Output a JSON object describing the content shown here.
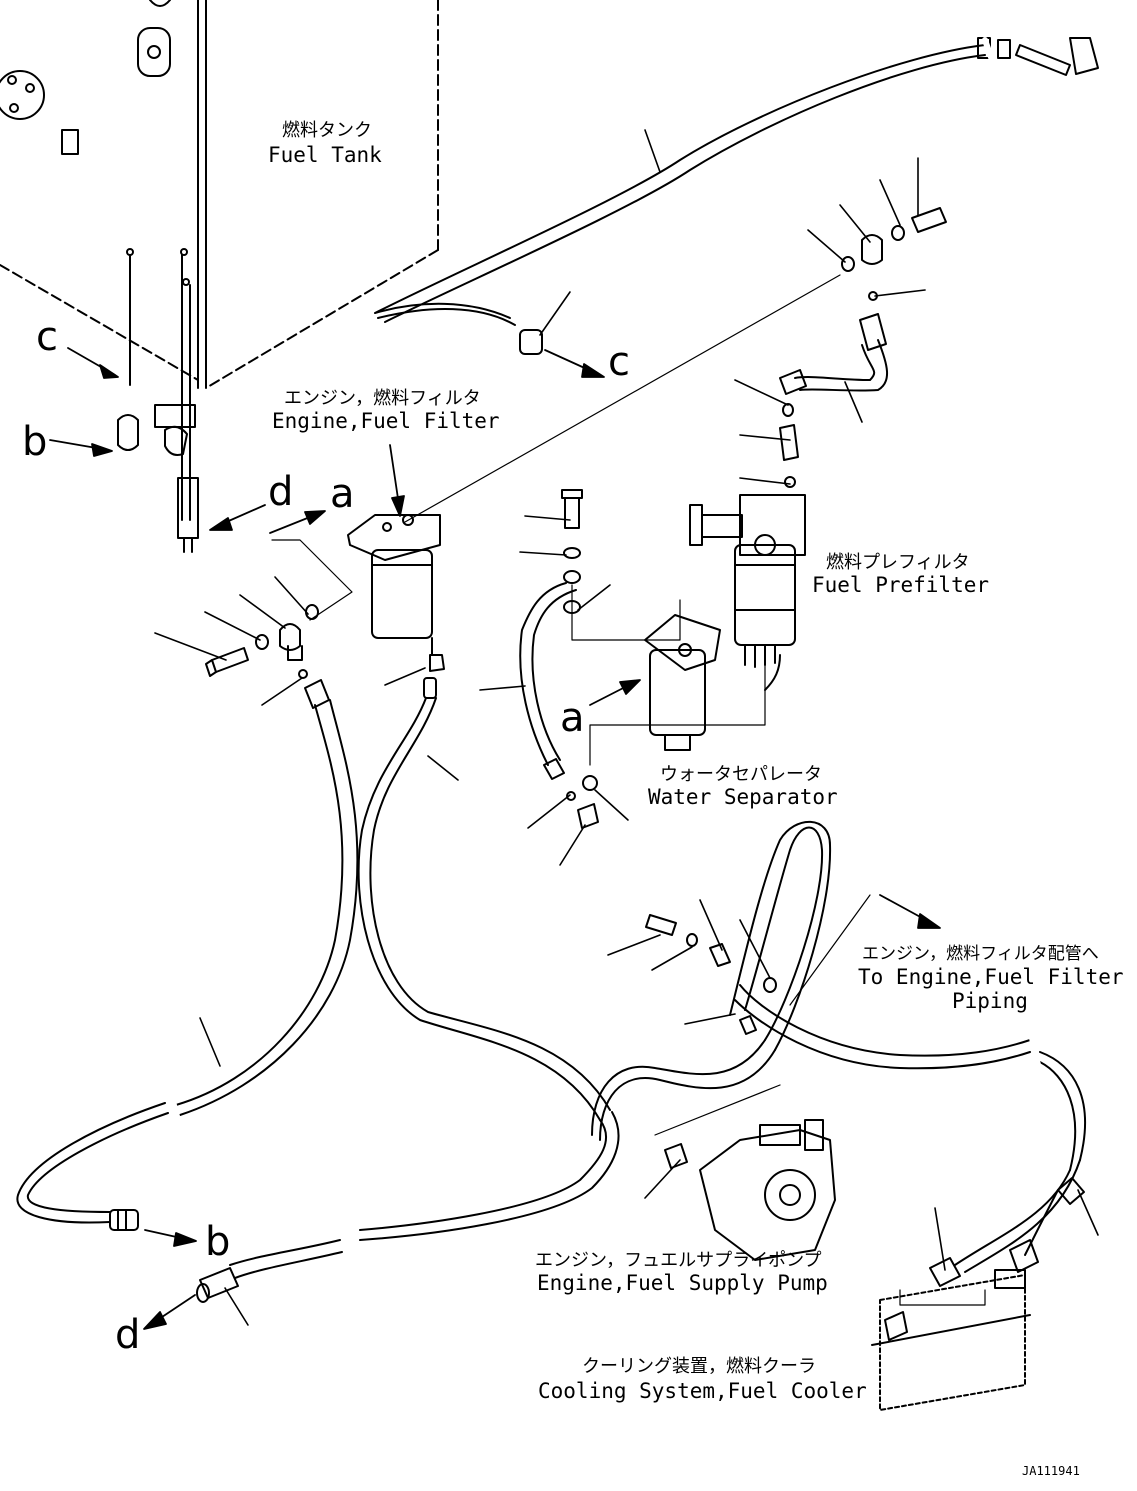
{
  "labels": {
    "fuel_tank_jp": "燃料タンク",
    "fuel_tank_en": "Fuel Tank",
    "engine_filter_jp": "エンジン，燃料フィルタ",
    "engine_filter_en": "Engine,Fuel Filter",
    "prefilter_jp": "燃料プレフィルタ",
    "prefilter_en": "Fuel Prefilter",
    "water_sep_jp": "ウォータセパレータ",
    "water_sep_en": "Water Separator",
    "to_filter_jp": "エンジン，燃料フィルタ配管へ",
    "to_filter_en1": "To Engine,Fuel Filter",
    "to_filter_en2": "Piping",
    "pump_jp": "エンジン，フュエルサプライポンプ",
    "pump_en": "Engine,Fuel Supply Pump",
    "cooler_jp": "クーリング装置，燃料クーラ",
    "cooler_en": "Cooling System,Fuel Cooler",
    "drawing_id": "JA111941"
  },
  "refs": {
    "a": "a",
    "b": "b",
    "c": "c",
    "d": "d"
  }
}
